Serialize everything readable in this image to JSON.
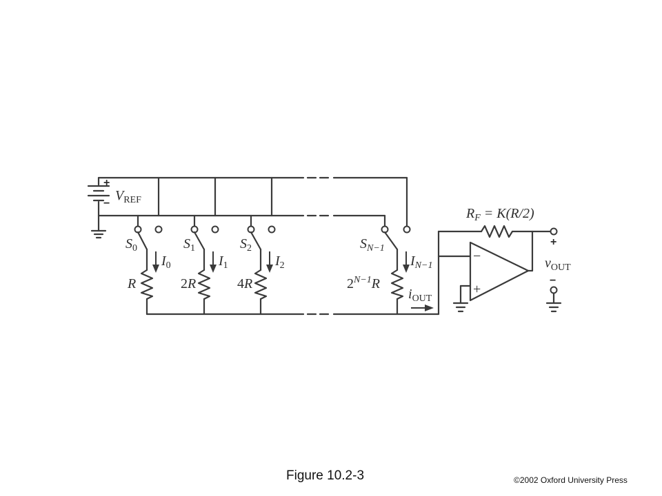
{
  "figure": {
    "caption": "Figure 10.2-3",
    "copyright": "©2002 Oxford University Press"
  },
  "circuit": {
    "vref_main": "V",
    "vref_sub": "REF",
    "switches": [
      {
        "name": "S",
        "sub": "0",
        "current": "I",
        "current_sub": "0",
        "res": "R",
        "res_prefix": ""
      },
      {
        "name": "S",
        "sub": "1",
        "current": "I",
        "current_sub": "1",
        "res": "R",
        "res_prefix": "2"
      },
      {
        "name": "S",
        "sub": "2",
        "current": "I",
        "current_sub": "2",
        "res": "R",
        "res_prefix": "4"
      },
      {
        "name": "S",
        "sub": "N−1",
        "current": "I",
        "current_sub": "N−1",
        "res": "R",
        "res_prefix": "2",
        "res_exp": "N−1"
      }
    ],
    "rf_label": "R",
    "rf_sub": "F",
    "rf_value": " = K(R/2)",
    "iout_main": "i",
    "iout_sub": "OUT",
    "vout_main": "v",
    "vout_sub": "OUT",
    "plus": "+",
    "minus": "−",
    "opamp_minus": "−",
    "opamp_plus": "+"
  }
}
